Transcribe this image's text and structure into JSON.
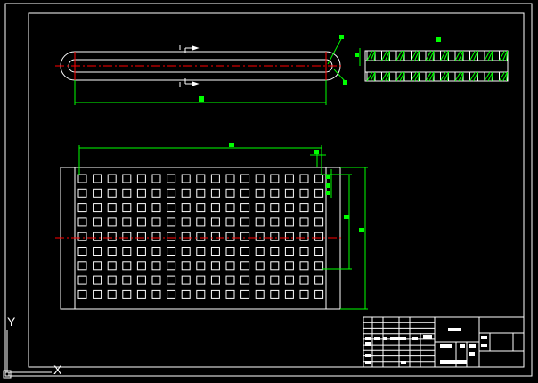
{
  "drawing": {
    "background": "#000000",
    "line_color": "#ffffff",
    "dimension_color": "#00ff00",
    "centerline_color": "#ff0000",
    "hatch_color": "#00ff00",
    "hole_grid": {
      "rows": 9,
      "cols": 17
    },
    "ucs_labels": {
      "y": "Y",
      "x": "X"
    },
    "title_block": {
      "left_rows": 9,
      "right_rows": 3
    }
  }
}
